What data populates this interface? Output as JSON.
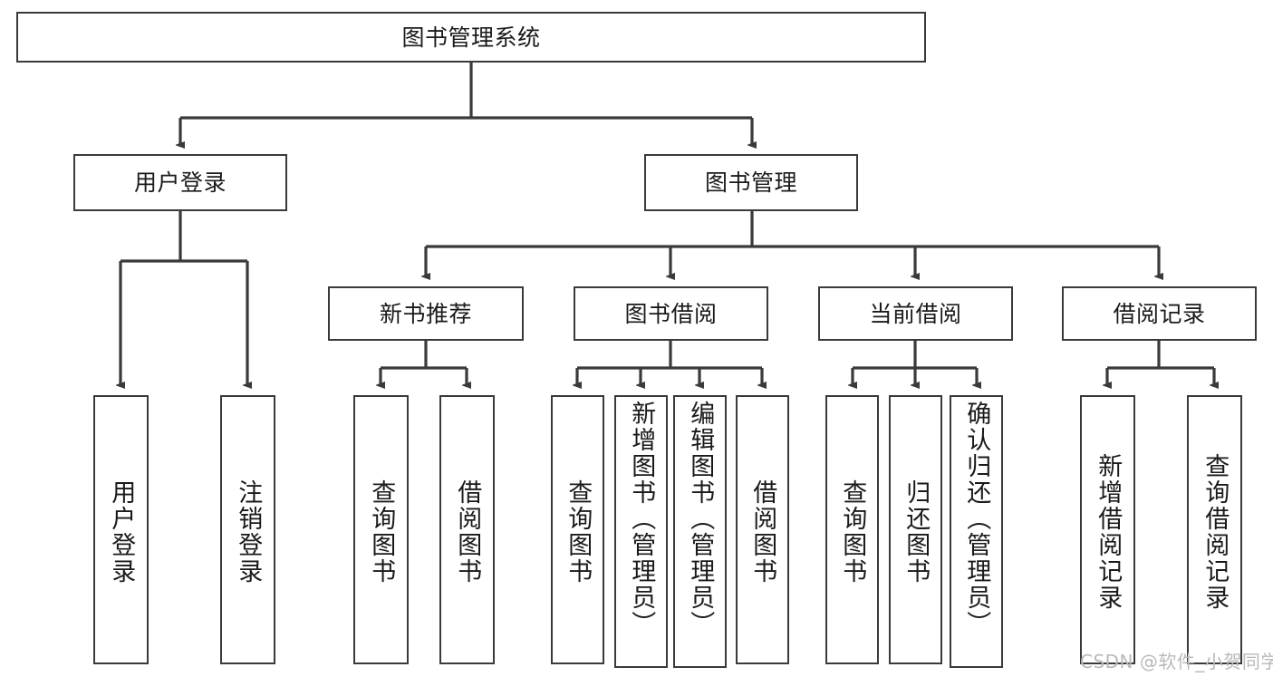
{
  "diagram": {
    "title": "图书管理系统",
    "type": "hierarchy-tree",
    "style": {
      "box_border_color": "#3a3a3a",
      "box_fill": "#ffffff",
      "line_color": "#3a3a3a",
      "text_color": "#1a1a1a",
      "background": "#ffffff"
    },
    "root": {
      "label": "图书管理系统"
    },
    "level2": [
      {
        "label": "用户登录"
      },
      {
        "label": "图书管理"
      }
    ],
    "level3": [
      {
        "label": "新书推荐"
      },
      {
        "label": "图书借阅"
      },
      {
        "label": "当前借阅"
      },
      {
        "label": "借阅记录"
      }
    ],
    "leaves": {
      "user_login": [
        {
          "label": "用户登录"
        },
        {
          "label": "注销登录"
        }
      ],
      "new_book_recommend": [
        {
          "label": "查询图书"
        },
        {
          "label": "借阅图书"
        }
      ],
      "book_borrow": [
        {
          "label": "查询图书"
        },
        {
          "label": "新增图书（管理员）"
        },
        {
          "label": "编辑图书（管理员）"
        },
        {
          "label": "借阅图书"
        }
      ],
      "current_borrow": [
        {
          "label": "查询图书"
        },
        {
          "label": "归还图书"
        },
        {
          "label": "确认归还（管理员）"
        }
      ],
      "borrow_record": [
        {
          "label": "新增借阅记录"
        },
        {
          "label": "查询借阅记录"
        }
      ]
    }
  },
  "watermark": {
    "text": "CSDN @软件_小贺同学"
  }
}
